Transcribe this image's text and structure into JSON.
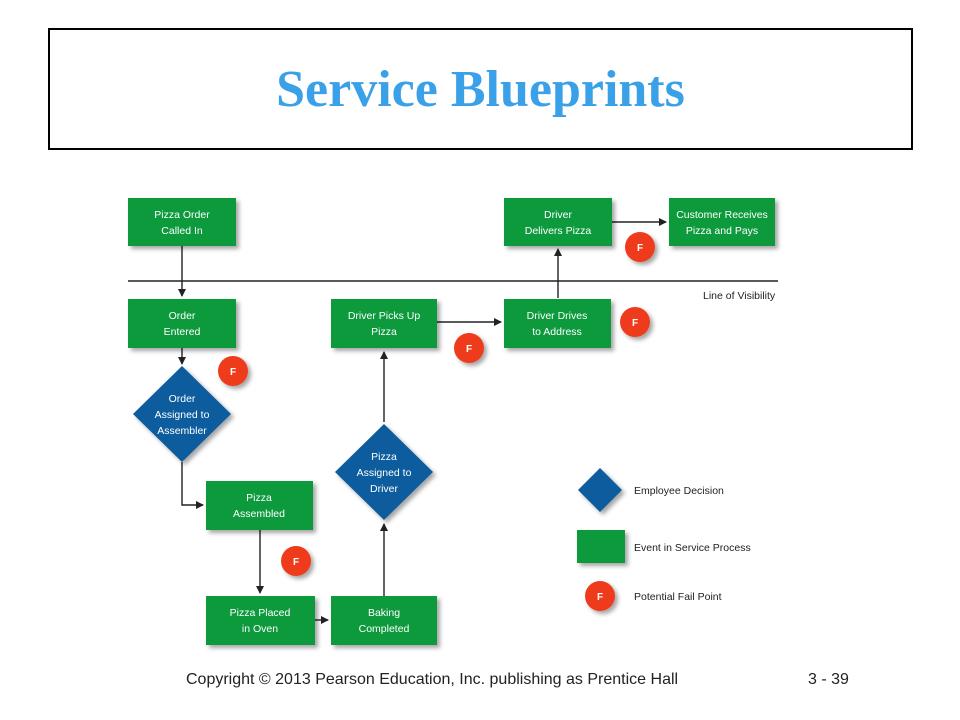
{
  "title": "Service Blueprints",
  "footer": {
    "copyright": "Copyright © 2013 Pearson Education, Inc. publishing as Prentice Hall",
    "page": "3 - 39"
  },
  "diagram": {
    "line_of_visibility_label": "Line of Visibility",
    "nodes": {
      "pizza_order_called_in": [
        "Pizza Order",
        "Called In"
      ],
      "order_entered": [
        "Order",
        "Entered"
      ],
      "order_assigned": [
        "Order",
        "Assigned to",
        "Assembler"
      ],
      "pizza_assembled": [
        "Pizza",
        "Assembled"
      ],
      "pizza_placed_in_oven": [
        "Pizza Placed",
        "in Oven"
      ],
      "baking_completed": [
        "Baking",
        "Completed"
      ],
      "pizza_assigned_to_driver": [
        "Pizza",
        "Assigned to",
        "Driver"
      ],
      "driver_picks_up_pizza": [
        "Driver Picks Up",
        "Pizza"
      ],
      "driver_drives_to_address": [
        "Driver Drives",
        "to Address"
      ],
      "driver_delivers_pizza": [
        "Driver",
        "Delivers Pizza"
      ],
      "customer_receives_pizza": [
        "Customer Receives",
        "Pizza and Pays"
      ]
    },
    "fail_point_label": "F",
    "legend": {
      "employee_decision": "Employee Decision",
      "event_in_service_process": "Event in Service Process",
      "potential_fail_point": "Potential Fail Point"
    },
    "colors": {
      "event_green": "#0f9a3e",
      "decision_blue": "#0c5b9e",
      "fail_red": "#ee3b1e",
      "title_blue": "#3aa0e8"
    }
  }
}
